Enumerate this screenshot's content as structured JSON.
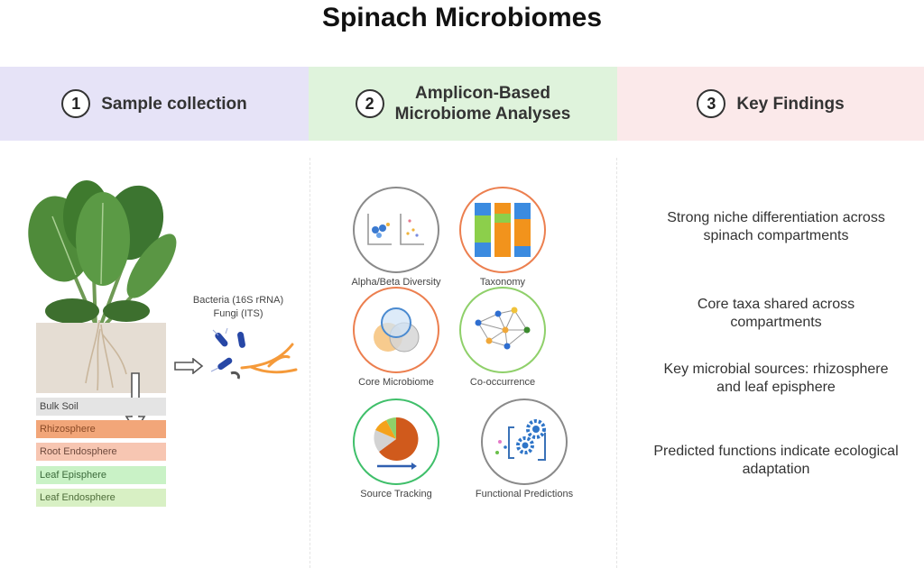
{
  "title": "Spinach Microbiomes",
  "colors": {
    "band_1": "#e6e3f7",
    "band_2": "#dff3dc",
    "band_3": "#fbe9ea",
    "bulk_soil": "#e4e4e4",
    "rhizosphere": "#f2a679",
    "root_endosphere": "#f7c6b2",
    "leaf_episphere": "#c9f2c6",
    "leaf_endosphere": "#d8f0c4"
  },
  "steps": [
    {
      "number": "1",
      "label": "Sample collection"
    },
    {
      "number": "2",
      "label_line1": "Amplicon-Based",
      "label_line2": "Microbiome Analyses"
    },
    {
      "number": "3",
      "label": "Key Findings"
    }
  ],
  "sample_collection": {
    "sequencing_targets": [
      "Bacteria (16S rRNA)",
      "Fungi (ITS)"
    ],
    "compartments": [
      "Bulk Soil",
      "Rhizosphere",
      "Root Endosphere",
      "Leaf Episphere",
      "Leaf Endosphere"
    ]
  },
  "analyses": [
    {
      "label": "Alpha/Beta Diversity",
      "icon": "diversity-plot-icon"
    },
    {
      "label": "Taxonomy",
      "icon": "stacked-bar-icon"
    },
    {
      "label": "Core Microbiome",
      "icon": "venn-diagram-icon"
    },
    {
      "label": "Co-occurrence",
      "icon": "network-icon"
    },
    {
      "label": "Source Tracking",
      "icon": "pie-chart-icon"
    },
    {
      "label": "Functional Predictions",
      "icon": "gears-icon"
    }
  ],
  "findings": [
    "Strong niche differentiation across spinach compartments",
    "Core taxa shared across compartments",
    "Key microbial sources: rhizosphere and leaf episphere",
    "Predicted functions indicate ecological adaptation"
  ]
}
